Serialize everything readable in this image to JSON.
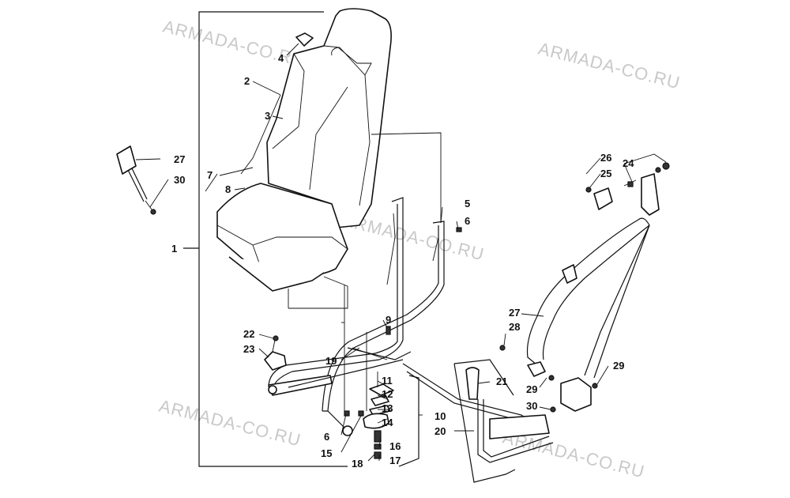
{
  "watermarks": [
    {
      "text": "ARMADA-CO.RU"
    },
    {
      "text": "ARMADA-CO.RU"
    },
    {
      "text": "ARMADA-CO.RU"
    },
    {
      "text": "ARMADA-CO.RU"
    },
    {
      "text": "ARMADA-CO.RU"
    }
  ],
  "callouts": {
    "c1": "1",
    "c2": "2",
    "c3": "3",
    "c4": "4",
    "c5": "5",
    "c6a": "6",
    "c6b": "6",
    "c7": "7",
    "c8": "8",
    "c9": "9",
    "c10": "10",
    "c11": "11",
    "c12": "12",
    "c13": "13",
    "c14": "14",
    "c15": "15",
    "c16": "16",
    "c17": "17",
    "c18": "18",
    "c19": "19",
    "c20": "20",
    "c21": "21",
    "c22": "22",
    "c23": "23",
    "c24": "24",
    "c25": "25",
    "c26": "26",
    "c27a": "27",
    "c27b": "27",
    "c28": "28",
    "c29a": "29",
    "c29b": "29",
    "c30a": "30",
    "c30b": "30"
  }
}
